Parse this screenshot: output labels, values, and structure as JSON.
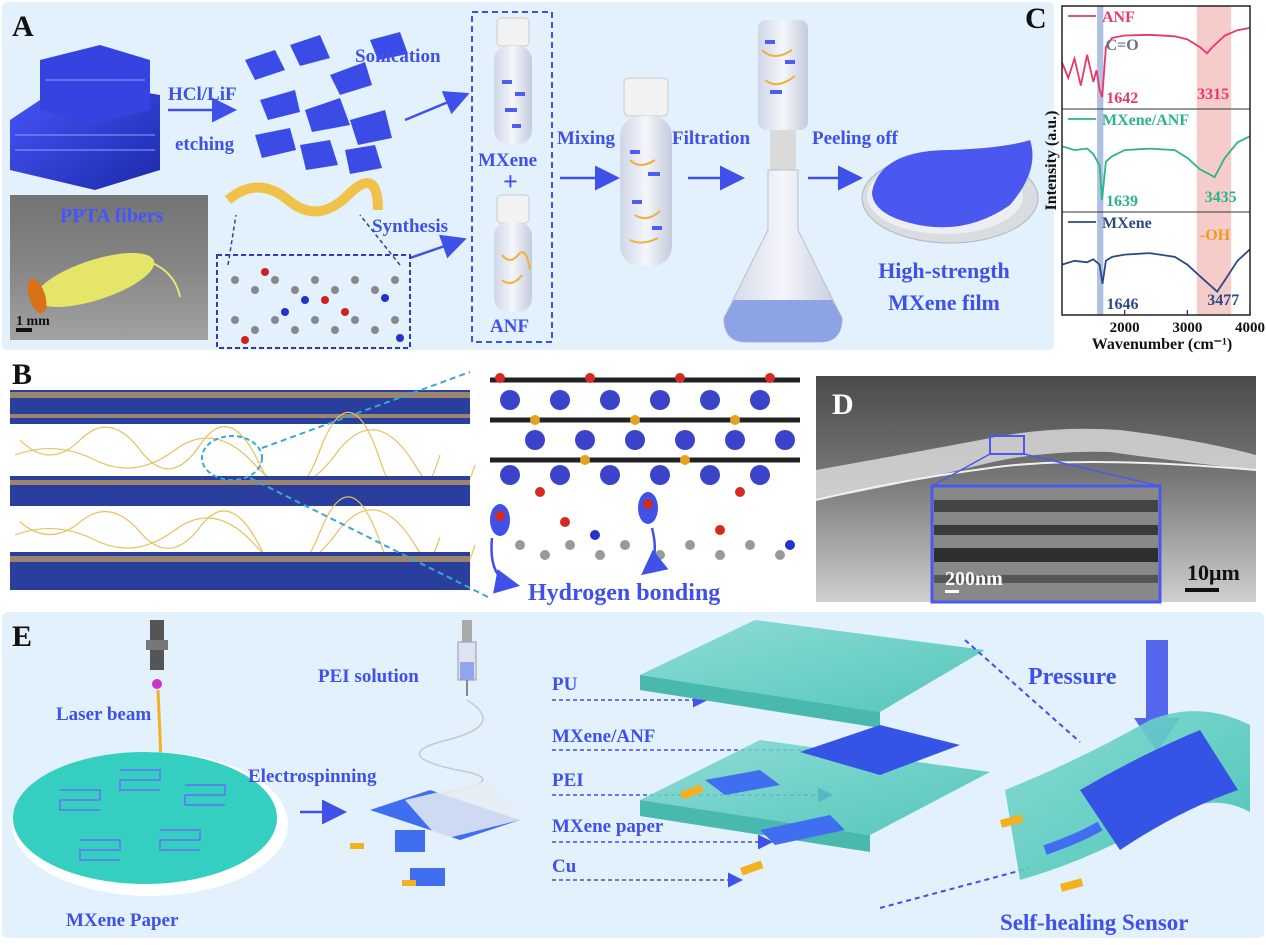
{
  "panels": {
    "A": {
      "letter": "A",
      "step_hcl": "HCl/LiF",
      "step_etching": "etching",
      "step_sonication": "Sonication",
      "step_synthesis": "Synthesis",
      "photo_label": "PPTA fibers",
      "scale_label": "1 mm",
      "mxene_label": "MXene",
      "plus": "+",
      "anf_label": "ANF",
      "step_mixing": "Mixing",
      "step_filtration": "Filtration",
      "step_peeling": "Peeling off",
      "result_line1": "High-strength",
      "result_line2": "MXene film"
    },
    "B": {
      "letter": "B",
      "bond_label": "Hydrogen bonding"
    },
    "C": {
      "letter": "C",
      "ylabel": "Intensity (a.u.)",
      "xlabel": "Wavenumber (cm⁻¹)",
      "co_label": "C=O",
      "oh_label": "-OH"
    },
    "D": {
      "letter": "D",
      "inset_scale": "200nm",
      "scale": "10μm"
    },
    "E": {
      "letter": "E",
      "laser": "Laser beam",
      "paper": "MXene Paper",
      "pei_solution": "PEI solution",
      "electrospinning": "Electrospinning",
      "layers": [
        "PU",
        "MXene/ANF",
        "PEI",
        "MXene paper",
        "Cu"
      ],
      "pressure": "Pressure",
      "sensor": "Self-healing Sensor"
    }
  },
  "colors": {
    "accent": "#3f51e8",
    "anf": "#e8386a",
    "mxene_anf": "#2bb58a",
    "mxene": "#2a4a86",
    "oh": "#f39a1e"
  },
  "chart_data": {
    "type": "line",
    "title": "",
    "xlabel": "Wavenumber (cm⁻¹)",
    "ylabel": "Intensity (a.u.)",
    "xlim": [
      1000,
      4000
    ],
    "xticks": [
      2000,
      3000,
      4000
    ],
    "series": [
      {
        "name": "ANF",
        "color": "#e8386a",
        "peaks": [
          1642,
          3315
        ],
        "x": [
          1000,
          1100,
          1200,
          1300,
          1400,
          1500,
          1550,
          1600,
          1642,
          1700,
          1800,
          2000,
          2400,
          2800,
          3000,
          3200,
          3315,
          3400,
          3600,
          3800,
          4000
        ],
        "y": [
          0.5,
          0.3,
          0.55,
          0.2,
          0.6,
          0.25,
          0.4,
          0.15,
          0.05,
          0.7,
          0.82,
          0.85,
          0.86,
          0.84,
          0.8,
          0.7,
          0.62,
          0.7,
          0.85,
          0.92,
          0.95
        ]
      },
      {
        "name": "MXene/ANF",
        "color": "#2bb58a",
        "peaks": [
          1639,
          3435
        ],
        "x": [
          1000,
          1200,
          1400,
          1500,
          1600,
          1639,
          1700,
          1800,
          2000,
          2400,
          2800,
          3000,
          3200,
          3435,
          3600,
          3800,
          4000
        ],
        "y": [
          0.75,
          0.7,
          0.72,
          0.65,
          0.5,
          0.05,
          0.55,
          0.62,
          0.7,
          0.72,
          0.7,
          0.6,
          0.45,
          0.35,
          0.6,
          0.8,
          0.88
        ]
      },
      {
        "name": "MXene",
        "color": "#2a4a86",
        "peaks": [
          1646,
          3477
        ],
        "x": [
          1000,
          1200,
          1400,
          1500,
          1600,
          1646,
          1700,
          1800,
          2000,
          2400,
          2800,
          3000,
          3200,
          3477,
          3600,
          3800,
          4000
        ],
        "y": [
          0.55,
          0.6,
          0.58,
          0.62,
          0.55,
          0.3,
          0.6,
          0.65,
          0.68,
          0.7,
          0.65,
          0.55,
          0.4,
          0.2,
          0.35,
          0.6,
          0.75
        ]
      }
    ],
    "highlights": [
      {
        "label": "C=O",
        "from": 1560,
        "to": 1660
      },
      {
        "label": "-OH",
        "from": 3150,
        "to": 3700
      }
    ]
  }
}
